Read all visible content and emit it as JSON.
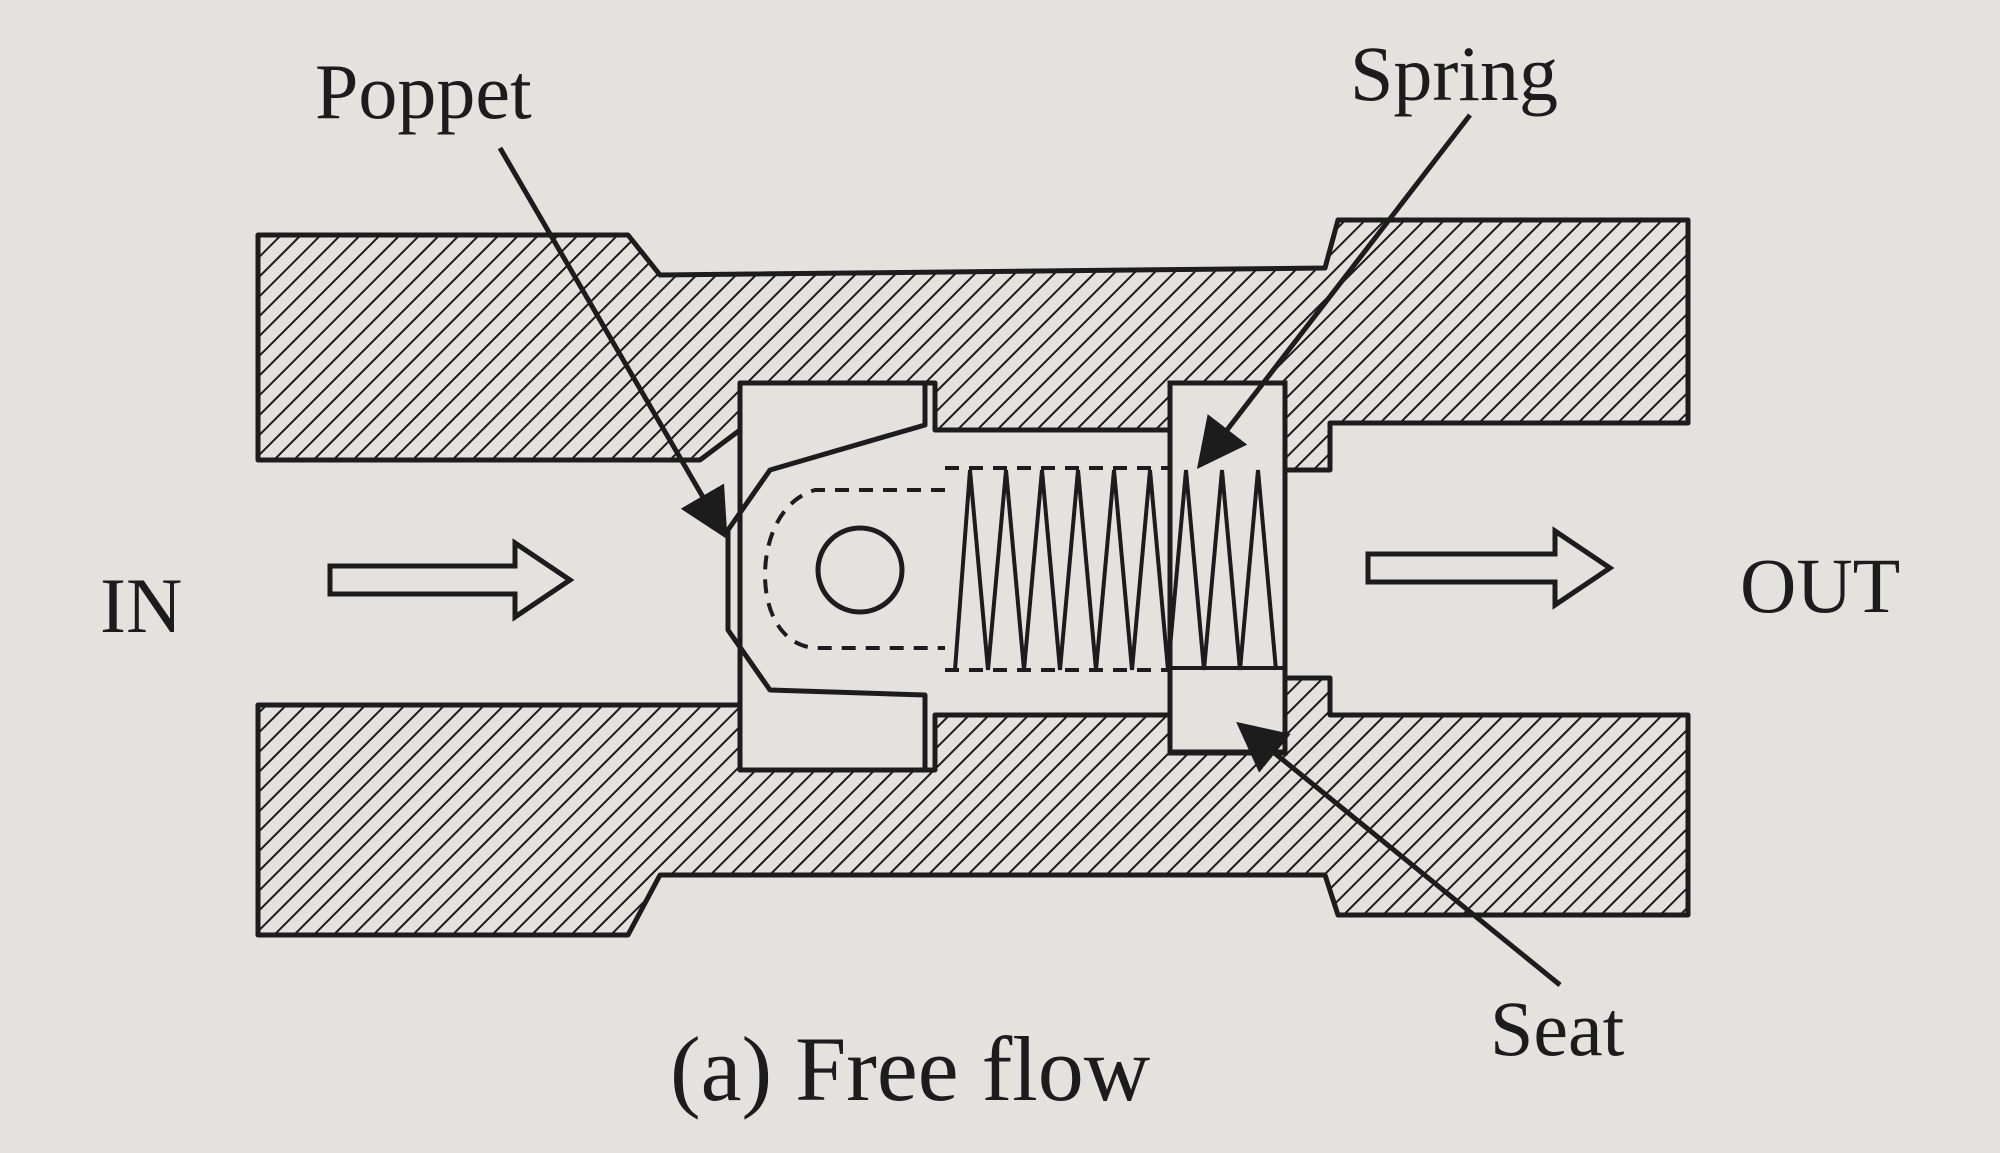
{
  "figure": {
    "caption": "(a) Free flow",
    "labels": {
      "poppet": "Poppet",
      "spring": "Spring",
      "seat": "Seat",
      "inlet": "IN",
      "outlet": "OUT"
    }
  },
  "colors": {
    "paper": "#e3e2df",
    "ink": "#1c1c1c"
  }
}
